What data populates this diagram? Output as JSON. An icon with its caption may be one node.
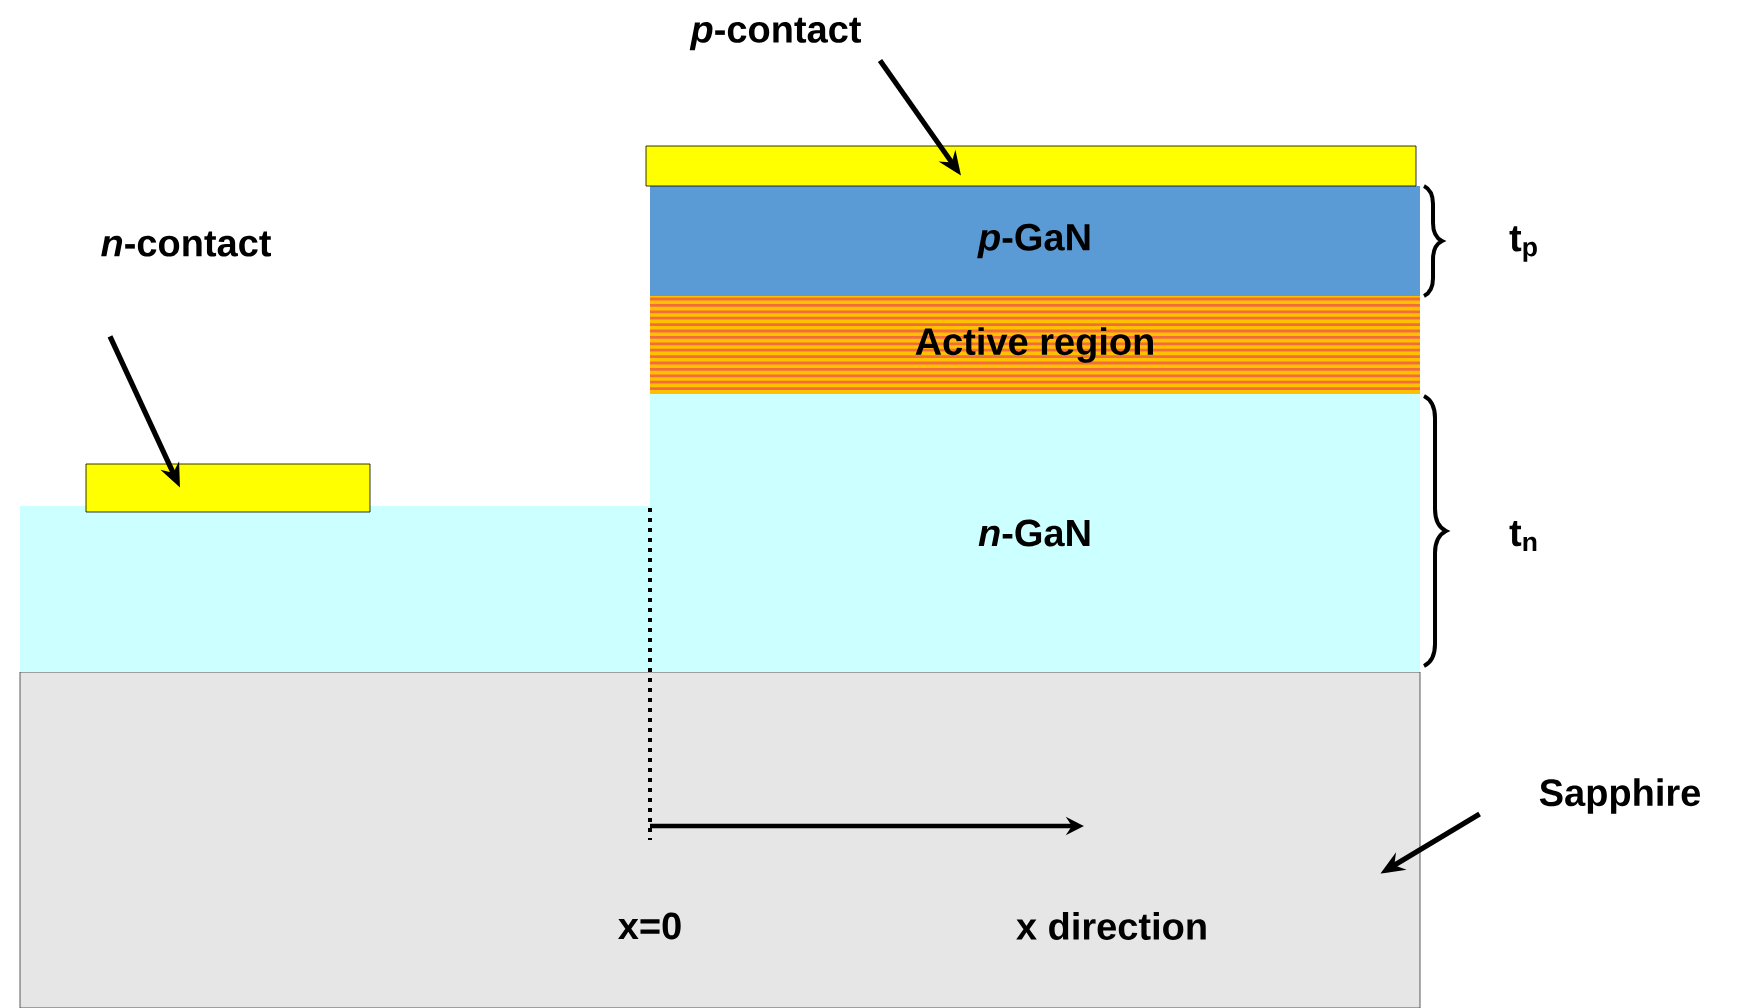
{
  "diagram": {
    "nodes": [
      {
        "text": [
          "*p*-contact"
        ]
      },
      {
        "text": [],
        "shape": "box"
      },
      {
        "text": [
          "*p*-GaN"
        ]
      },
      {
        "text": [
          "Active region"
        ]
      },
      {
        "text": [
          "*n*-GaN"
        ]
      },
      {
        "text": [
          "*n*-contact"
        ]
      },
      {
        "text": [],
        "shape": "box"
      },
      {
        "text": [
          "Sapphire"
        ]
      },
      {
        "text": [],
        "shape": "box"
      }
    ],
    "edges": [
      {
        "from": 0,
        "to": 1,
        "arrow": "to"
      },
      {
        "from": 5,
        "to": 6,
        "arrow": "to"
      },
      {
        "from": 7,
        "to": 8,
        "arrow": "to"
      }
    ],
    "labels": [
      "t$_{p}$",
      "t$_{n}$",
      "x=0",
      "x direction"
    ]
  }
}
